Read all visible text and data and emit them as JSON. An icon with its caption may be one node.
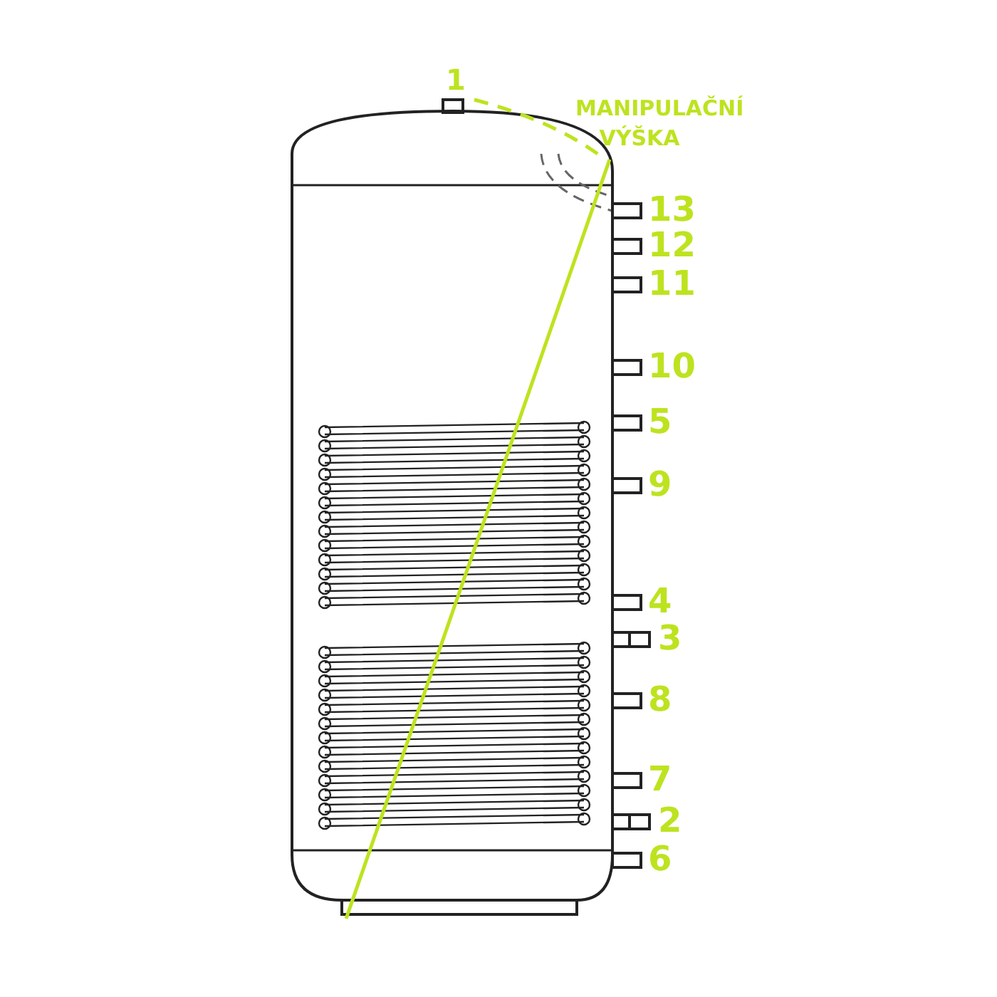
{
  "diagram": {
    "labels": [
      "1",
      "MANIPULAČNÍ VÝŠKA",
      "13",
      "12",
      "11",
      "10",
      "5",
      "9",
      "4",
      "3",
      "8",
      "7",
      "2",
      "6"
    ]
  }
}
